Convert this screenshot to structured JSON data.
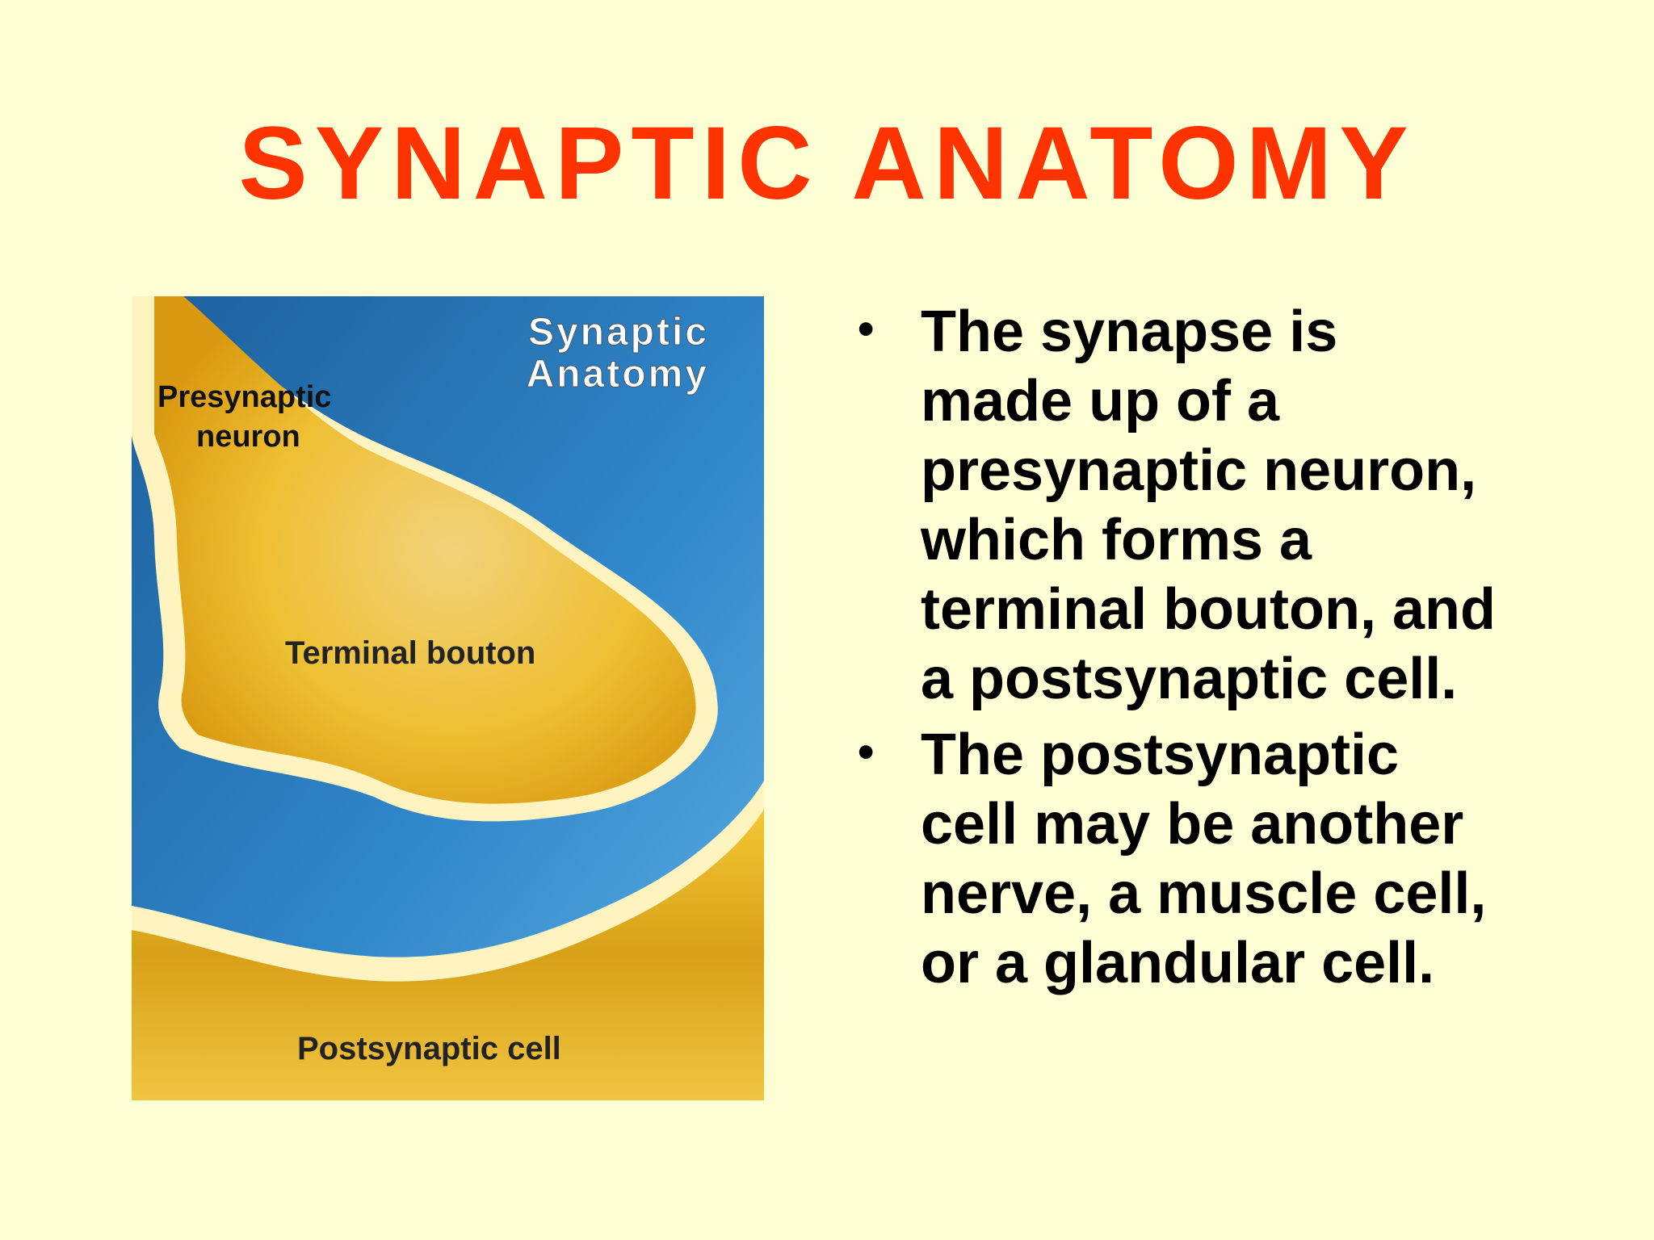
{
  "slide": {
    "title": "SYNAPTIC ANATOMY",
    "colors": {
      "background": "#ffffd6",
      "title": "#ff3300",
      "text": "#000000"
    }
  },
  "figure": {
    "title_line1": "Synaptic",
    "title_line2": "Anatomy",
    "labels": {
      "presynaptic_line1": "Presynaptic",
      "presynaptic_line2": "neuron",
      "terminal_bouton": "Terminal bouton",
      "postsynaptic": "Postsynaptic cell"
    },
    "colors": {
      "fluid": "#2a7fc4",
      "cell": "#f2c22e",
      "membrane": "#fff3bf"
    }
  },
  "bullets": [
    {
      "marker": "•",
      "lines": [
        "The synapse is",
        "made up of a",
        "presynaptic neuron,",
        "which forms a",
        "terminal bouton, and",
        "a postsynaptic cell."
      ]
    },
    {
      "marker": "•",
      "lines": [
        "The postsynaptic",
        "cell may be another",
        "nerve, a muscle cell,",
        "or a glandular cell."
      ]
    }
  ]
}
